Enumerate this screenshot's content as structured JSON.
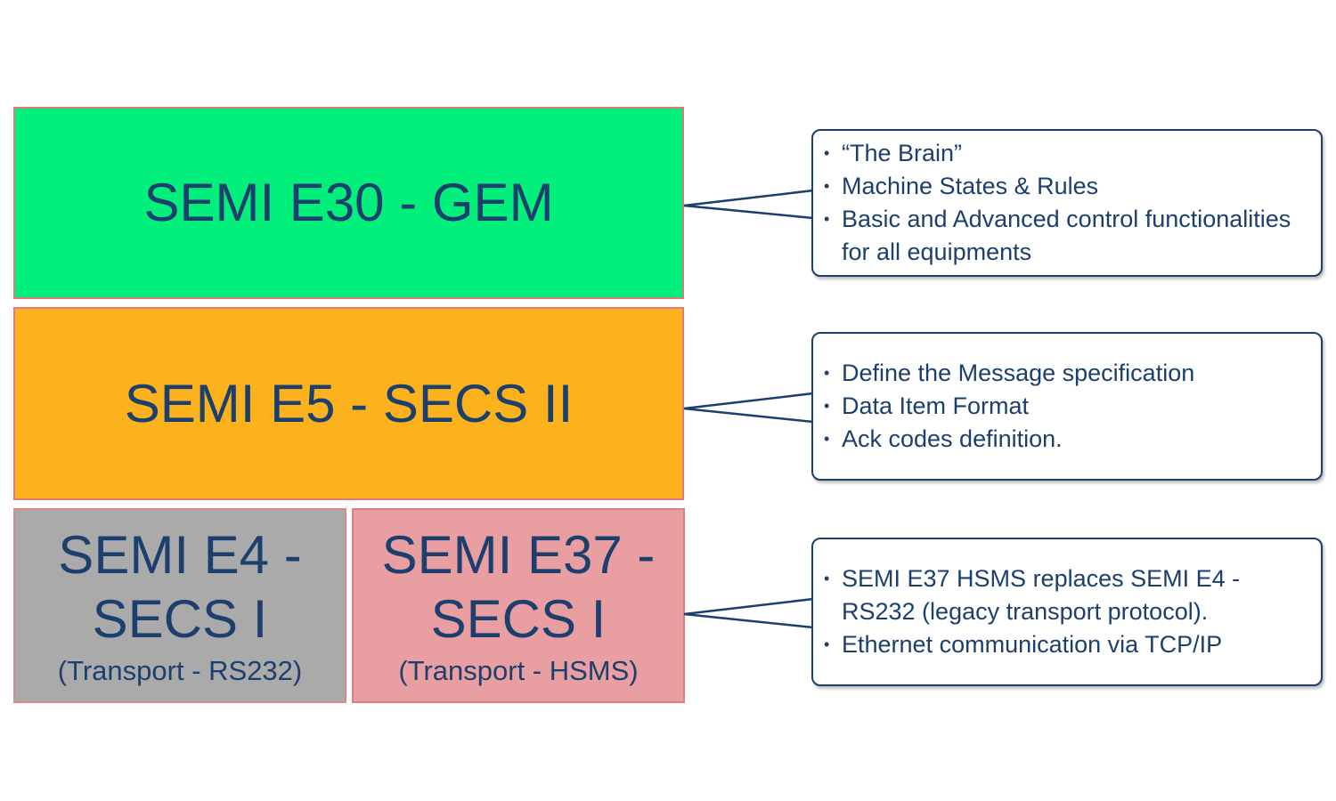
{
  "layers": {
    "gem": {
      "title": "SEMI E30 - GEM",
      "color": "#03ef7c"
    },
    "secs2": {
      "title": "SEMI E5 - SECS II",
      "color": "#fbb21d"
    },
    "e4": {
      "line1": "SEMI E4 -",
      "line2": "SECS I",
      "sub": "(Transport - RS232)",
      "color": "#abaaab"
    },
    "e37": {
      "line1": "SEMI E37 -",
      "line2": "SECS I",
      "sub": "(Transport - HSMS)",
      "color": "#e99ea1"
    }
  },
  "callouts": {
    "gem": {
      "items": [
        "“The Brain”",
        "Machine States & Rules",
        "Basic and Advanced control functionalities for all equipments"
      ]
    },
    "secs2": {
      "items": [
        "Define the Message specification",
        "Data Item Format",
        "Ack codes definition."
      ]
    },
    "transport": {
      "items": [
        "SEMI E37 HSMS replaces SEMI E4 - RS232 (legacy transport protocol).",
        "Ethernet communication via TCP/IP"
      ]
    }
  },
  "bullet_glyph": "•",
  "text_color": "#1c3f6e"
}
